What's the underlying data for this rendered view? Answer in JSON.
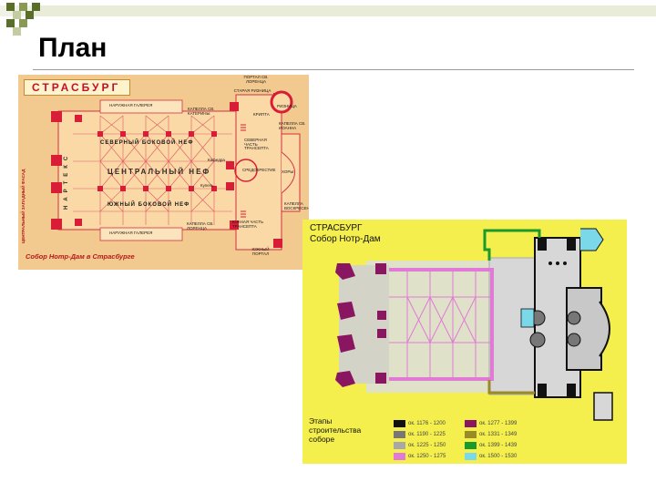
{
  "slide": {
    "title": "План",
    "decor_colors": [
      "#5a6e2a",
      "#8a9a56",
      "#c3cba0"
    ]
  },
  "plan1": {
    "city": "СТРАСБУРГ",
    "caption": "Собор Нотр-Дам в Страсбурге",
    "background_color": "#f2c98f",
    "accent_color": "#c40e2e",
    "labels": {
      "portal_north": "ПОРТАЛ СВ. ЛОРЕНЦА",
      "sacristy_old": "СТАРАЯ РИЗНИЦА",
      "rotunda": "РИЗНИЦА",
      "gallery_north": "НАРУЖНАЯ ГАЛЕРЕЯ",
      "chapel_st_catherine": "КАПЕЛЛА СВ. КАТЕРИНЫ",
      "chapel_st_john": "КАПЕЛЛА СВ. ИОАННА",
      "crypt": "КРИПТА",
      "north_aisle": "СЕВЕРНЫЙ БОКОВОЙ НЕФ",
      "nave": "ЦЕНТРАЛЬНЫЙ НЕФ",
      "south_aisle": "ЮЖНЫЙ БОКОВОЙ НЕФ",
      "narthex": "НАРТЕКС",
      "west_facade": "ЦЕНТРАЛЬНЫЙ ЗАПАДНЫЙ ФАСАД",
      "choir": "ХОРЫ",
      "middle_cross": "СРЕДОКРЕСТИЕ",
      "transept_north": "СЕВЕРНАЯ ЧАСТЬ ТРАНСЕПТА",
      "transept_south": "ЮЖНАЯ ЧАСТЬ ТРАНСЕПТА",
      "gallery_south": "НАРУЖНАЯ ГАЛЕРЕЯ",
      "chapel_st_lawrence": "КАПЕЛЛА СВ. ЛОРЕНЦА",
      "portal_south": "ЮЖНЫЙ ПОРТАЛ",
      "chapel_south": "КАПЕЛЛА ВОСКРЕСЕНИЯ",
      "pulpit": "Кафедра",
      "font": "Купель"
    }
  },
  "plan2": {
    "heading_line1": "СТРАСБУРГ",
    "heading_line2": "Собор Нотр-Дам",
    "legend_title_lines": [
      "Этапы",
      "строительства",
      "соборе"
    ],
    "background_color": "#f4ef4c",
    "legend": [
      {
        "color": "#111111",
        "label": "ок. 1176 - 1200"
      },
      {
        "color": "#777777",
        "label": "ок. 1190 - 1225"
      },
      {
        "color": "#a8a8a8",
        "label": "ок. 1225 - 1250"
      },
      {
        "color": "#e07ad6",
        "label": "ок. 1250 - 1275"
      },
      {
        "color": "#8a1560",
        "label": "ок. 1277 - 1399"
      },
      {
        "color": "#9a8a28",
        "label": "ок. 1331 - 1349"
      },
      {
        "color": "#1a9a2a",
        "label": "ок. 1399 - 1439"
      },
      {
        "color": "#7ad8e8",
        "label": "ок. 1500 - 1530"
      }
    ]
  }
}
